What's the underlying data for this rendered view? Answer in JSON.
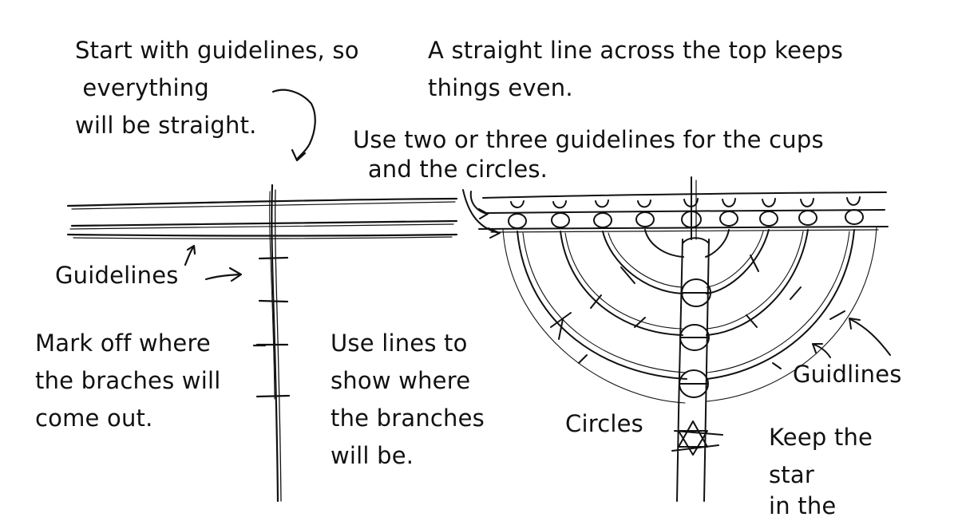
{
  "annotations": {
    "start_guidelines": [
      "Start with guidelines, so",
      " everything",
      "will be straight."
    ],
    "straight_line": [
      "A straight line across the top keeps",
      "things even."
    ],
    "two_or_three": [
      "Use two or three guidelines for the cups",
      "  and the circles."
    ],
    "guidelines_label": "Guidelines",
    "mark_off": [
      "Mark off where",
      "the braches will",
      "come out."
    ],
    "use_lines": [
      "Use lines to",
      "show where",
      "the branches",
      "will be."
    ],
    "circles_label": "Circles",
    "guidlines_label": "Guidlines",
    "keep_star": [
      "Keep the",
      "star",
      "in the"
    ]
  },
  "colors": {
    "ink": "#111111",
    "paper": "#ffffff"
  }
}
